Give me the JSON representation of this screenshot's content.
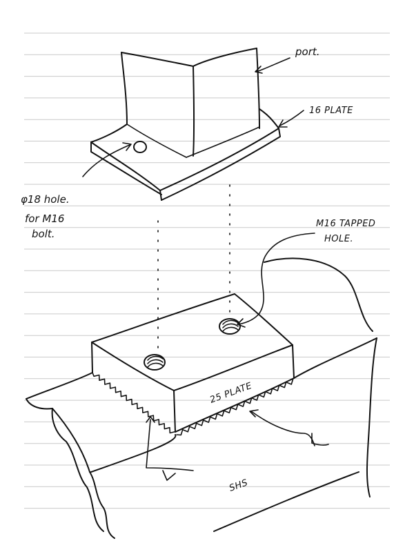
{
  "labels": {
    "post": "port.",
    "top_plate": "16 PLATE",
    "hole_note_line1": "φ18 hole.",
    "hole_note_line2": "for M16",
    "hole_note_line3": "bolt.",
    "tapped_line1": "M16 TAPPED",
    "tapped_line2": "HOLE.",
    "base_plate": "25 PLATE",
    "section": "SHS"
  },
  "colors": {
    "ink": "#111111",
    "rule": "#c9c9c9",
    "paper": "#ffffff"
  }
}
